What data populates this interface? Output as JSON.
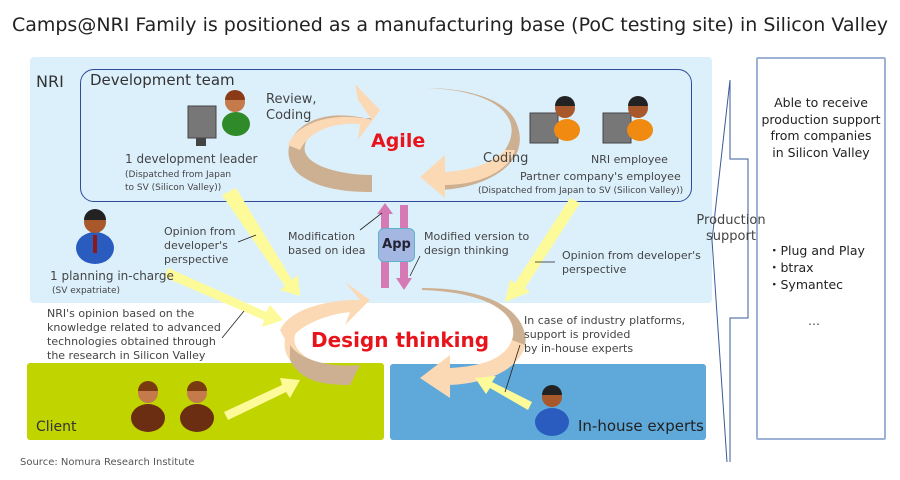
{
  "title": "Camps@NRI Family is positioned as a manufacturing base (PoC testing site) in Silicon Valley",
  "nri_label": "NRI",
  "dev_team": {
    "title": "Development team",
    "leader": "1 development leader",
    "leader_note1": "(Dispatched from Japan",
    "leader_note2": "to SV (Silicon Valley))",
    "review_coding1": "Review,",
    "review_coding2": "Coding",
    "agile": "Agile",
    "coding": "Coding",
    "nri_employee": "NRI employee",
    "partner": "Partner company's employee",
    "partner_note": "(Dispatched from Japan to SV (Silicon Valley))"
  },
  "planning": {
    "label": "1 planning in-charge",
    "note": "(SV expatriate)"
  },
  "annotations": {
    "opinion_dev1": "Opinion from",
    "opinion_dev2": "developer's",
    "opinion_dev3": "perspective",
    "modification1": "Modification",
    "modification2": "based on idea",
    "app": "App",
    "modified1": "Modified version to",
    "modified2": "design thinking",
    "opinion_right1": "Opinion from developer's",
    "opinion_right2": "perspective",
    "nri_opinion": [
      "NRI's opinion based on the",
      "knowledge related to advanced",
      "technologies obtained through",
      "the research in Silicon Valley"
    ],
    "industry": [
      "In case of industry platforms,",
      "support is provided",
      "by in-house experts"
    ]
  },
  "design_thinking": "Design thinking",
  "client": "Client",
  "inhouse": "In-house experts",
  "production_support1": "Production",
  "production_support2": "support",
  "right_panel": {
    "heading": [
      "Able to receive",
      "production support",
      "from companies",
      "in Silicon Valley"
    ],
    "companies": [
      "・Plug and Play",
      "・btrax",
      "・Symantec"
    ],
    "more": "…"
  },
  "source": "Source: Nomura Research Institute"
}
